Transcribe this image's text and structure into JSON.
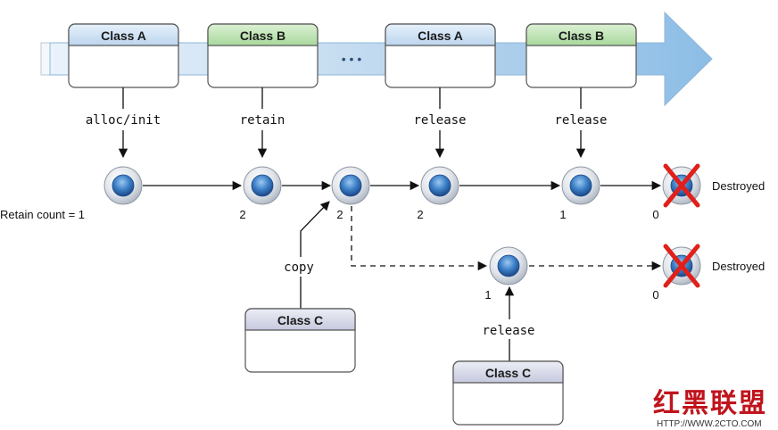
{
  "timeline": {
    "boxes": [
      {
        "name": "Class A",
        "header_color": "#cfe3f5"
      },
      {
        "name": "Class B",
        "header_color": "#b9e3b0"
      },
      {
        "name": "Class A",
        "header_color": "#cfe3f5"
      },
      {
        "name": "Class B",
        "header_color": "#b9e3b0"
      }
    ],
    "ellipsis": "• • •",
    "arrow_color": "#8fc1e8"
  },
  "methods": {
    "alloc_init": "alloc/init",
    "retain": "retain",
    "release_1": "release",
    "release_2": "release",
    "copy": "copy",
    "release_3": "release"
  },
  "retain_counts": {
    "first": "Retain count = 1",
    "second": "2",
    "third": "2",
    "fourth": "2",
    "fifth": "1",
    "sixth": "0",
    "copy_first": "1",
    "copy_second": "0"
  },
  "destroyed": {
    "top": "Destroyed",
    "bottom": "Destroyed"
  },
  "copies": [
    {
      "name": "Class C",
      "header_color": "#d5d7e8"
    },
    {
      "name": "Class C",
      "header_color": "#d5d7e8"
    }
  ],
  "watermark": {
    "chinese": "红黑联盟",
    "url": "HTTP://WWW.2CTO.COM"
  },
  "colors": {
    "node_blue": "#2f6fb8",
    "x_mark": "#e0201a"
  }
}
